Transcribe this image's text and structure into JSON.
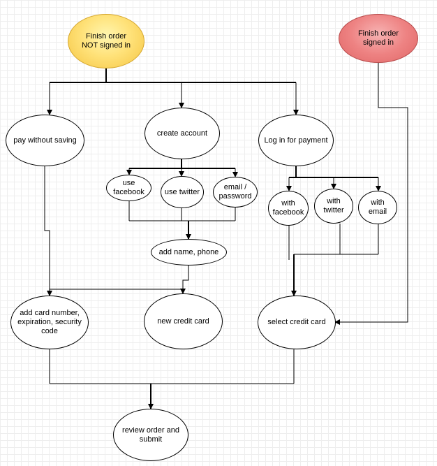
{
  "nodes": {
    "finish_not_signed": "Finish order\nNOT signed in",
    "finish_signed": "Finish order\nsigned in",
    "pay_without_saving": "pay without saving",
    "create_account": "create account",
    "login_payment": "Log in for payment",
    "use_facebook": "use\nfacebook",
    "use_twitter": "use twitter",
    "email_password": "email /\npassword",
    "with_facebook": "with\nfacebook",
    "with_twitter": "with twitter",
    "with_email": "with email",
    "add_name_phone": "add name, phone",
    "add_card": "add card number,\nexpiration, security\ncode",
    "new_credit_card": "new credit card",
    "select_credit_card": "select credit card",
    "review_order": "review order and\nsubmit"
  },
  "colors": {
    "start_not_signed": "#ffd966",
    "start_signed": "#ea6b66"
  }
}
